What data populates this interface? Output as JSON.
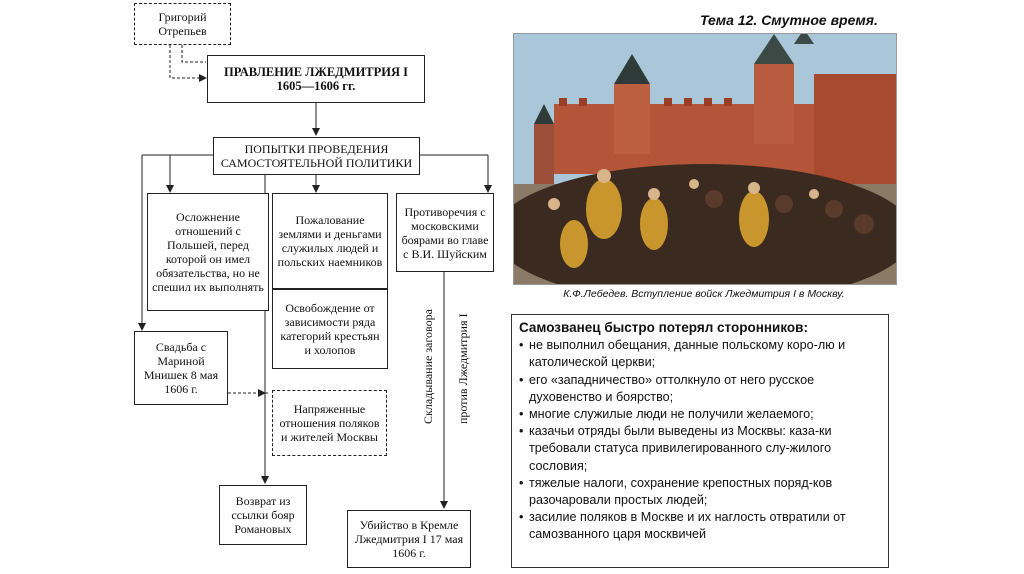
{
  "topic": "Тема 12. Смутное время.",
  "diagram": {
    "otrepiev": "Григорий Отрепьев",
    "reign_line1": "ПРАВЛЕНИЕ ЛЖЕДМИТРИЯ I",
    "reign_line2": "1605—1606 гг.",
    "attempts": "ПОПЫТКИ ПРОВЕДЕНИЯ САМОСТОЯТЕЛЬНОЙ ПОЛИТИКИ",
    "poland": "Осложнение отношений с Польшей, перед которой он имел обязательства, но не спешил их выполнять",
    "grants": "Пожалование землями и деньгами служилых людей и польских наемников",
    "boyars": "Противоречия с московскими боярами во главе с В.И. Шуйским",
    "liberation": "Освобождение от зависимости ряда категорий крестьян и холопов",
    "wedding": "Свадьба с Мариной Мнишек 8 мая 1606 г.",
    "tension": "Напряженные отношения поляков и жителей Москвы",
    "romanovs": "Возврат из ссылки бояр Романовых",
    "murder": "Убийство в Кремле Лжедмитрия I 17 мая 1606 г.",
    "plot1": "Складывание заговора",
    "plot2": "против Лжедмитрия I"
  },
  "painting_caption": "К.Ф.Лебедев. Вступление войск Лжедмитрия I в Москву.",
  "panel": {
    "title": "Самозванец быстро потерял сторонников:",
    "items": [
      "не выполнил обещания, данные польскому коро-лю и католической церкви;",
      "его «западничество» оттолкнуло от него русское духовенство и боярство;",
      "многие служилые люди не получили желаемого;",
      "казачьи отряды были выведены из Москвы: каза-ки требовали статуса привилегированного слу-жилого сословия;",
      "тяжелые налоги, сохранение крепостных поряд-ков разочаровали простых людей;",
      "засилие поляков в Москве и их наглость отвратили от самозванного царя москвичей"
    ]
  },
  "colors": {
    "sky": "#a9c7d8",
    "wall": "#b4553a",
    "crowd": "#3a2a20",
    "gold": "#c9962e"
  }
}
